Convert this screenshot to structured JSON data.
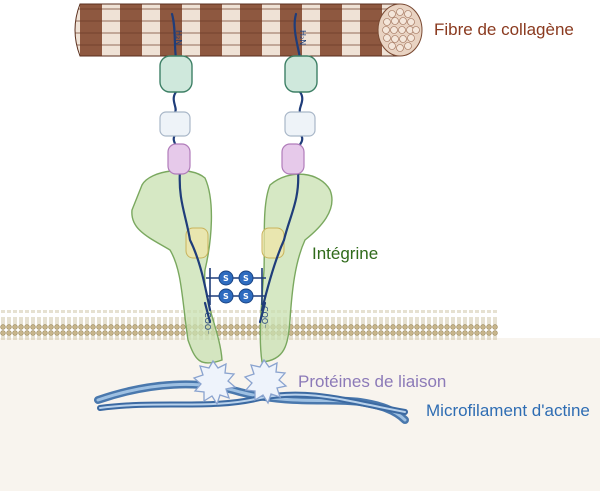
{
  "labels": {
    "collagen": "Fibre de collagène",
    "integrin": "Intégrine",
    "linker": "Protéines de liaison",
    "actin": "Microfilament d'actine"
  },
  "marks": {
    "nh2": "H₂N",
    "coo": "COO⁻",
    "s": "S"
  },
  "colors": {
    "collagen": "#8a3a1f",
    "integrin": "#2f6a1a",
    "linker": "#8c7ab8",
    "actin": "#2f6db3",
    "cytoplasm": "#f8f4ee",
    "disulfide": "#2e6cc0"
  }
}
